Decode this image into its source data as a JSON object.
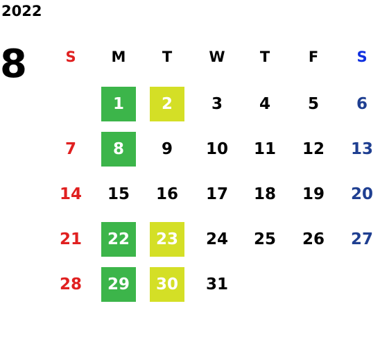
{
  "year": "2022",
  "month": "8",
  "colors": {
    "sunday": "#e02020",
    "saturday_header": "#1030e0",
    "saturday": "#1f3f91",
    "weekday": "#000000",
    "green": "#3cb54a",
    "yellow": "#d4df26"
  },
  "weekdays": [
    "S",
    "M",
    "T",
    "W",
    "T",
    "F",
    "S"
  ],
  "weeks": [
    [
      null,
      {
        "day": "1",
        "mark": "green"
      },
      {
        "day": "2",
        "mark": "yellow"
      },
      {
        "day": "3"
      },
      {
        "day": "4"
      },
      {
        "day": "5"
      },
      {
        "day": "6"
      }
    ],
    [
      {
        "day": "7"
      },
      {
        "day": "8",
        "mark": "green"
      },
      {
        "day": "9"
      },
      {
        "day": "10"
      },
      {
        "day": "11"
      },
      {
        "day": "12"
      },
      {
        "day": "13"
      }
    ],
    [
      {
        "day": "14"
      },
      {
        "day": "15"
      },
      {
        "day": "16"
      },
      {
        "day": "17"
      },
      {
        "day": "18"
      },
      {
        "day": "19"
      },
      {
        "day": "20"
      }
    ],
    [
      {
        "day": "21"
      },
      {
        "day": "22",
        "mark": "green"
      },
      {
        "day": "23",
        "mark": "yellow"
      },
      {
        "day": "24"
      },
      {
        "day": "25"
      },
      {
        "day": "26"
      },
      {
        "day": "27"
      }
    ],
    [
      {
        "day": "28"
      },
      {
        "day": "29",
        "mark": "green"
      },
      {
        "day": "30",
        "mark": "yellow"
      },
      {
        "day": "31"
      },
      null,
      null,
      null
    ]
  ]
}
